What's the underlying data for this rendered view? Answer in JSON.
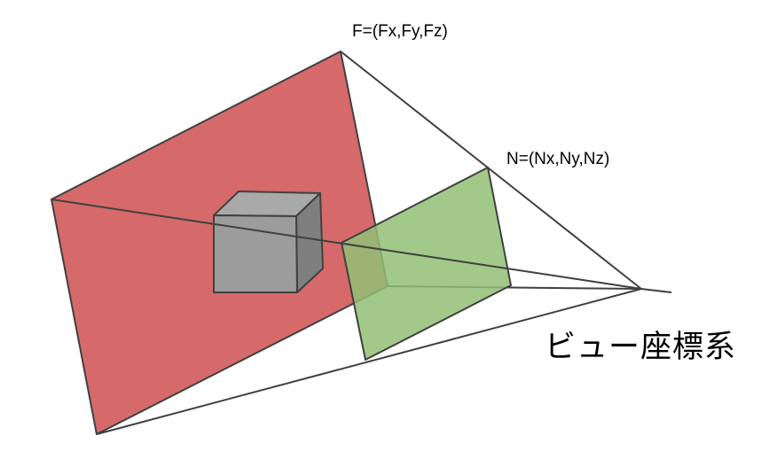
{
  "diagram": {
    "type": "view-frustum",
    "labels": {
      "far_plane": "F=(Fx,Fy,Fz)",
      "near_plane": "N=(Nx,Ny,Nz)",
      "caption": "ビュー座標系"
    },
    "colors": {
      "background": "#ffffff",
      "far_plane_fill": "#d66a6a",
      "near_plane_fill": "#92bf76",
      "near_plane_opacity": "0.85",
      "cube_top_fill": "#a9a9a9",
      "cube_front_fill": "#9c9c9c",
      "cube_right_fill": "#7f7f7f",
      "stroke": "#404040",
      "text": "#000000"
    }
  }
}
